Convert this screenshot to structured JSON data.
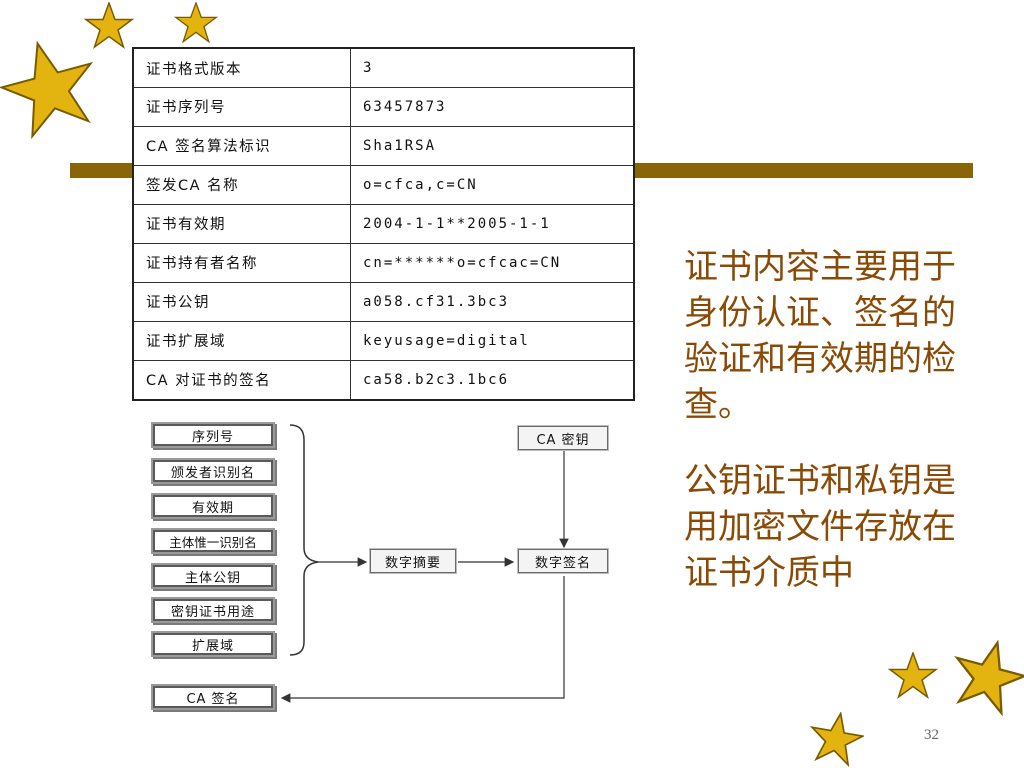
{
  "colors": {
    "accent_bar": "#8a6508",
    "text_brown": "#8a4a05",
    "star_gold": "#e3b40f"
  },
  "certificate_table": [
    {
      "field": "证书格式版本",
      "value": "3"
    },
    {
      "field": "证书序列号",
      "value": "63457873"
    },
    {
      "field": "CA 签名算法标识",
      "value": "Sha1RSA"
    },
    {
      "field": "签发CA 名称",
      "value": "o=cfca,c=CN"
    },
    {
      "field": "证书有效期",
      "value": "2004-1-1**2005-1-1"
    },
    {
      "field": "证书持有者名称",
      "value": "cn=******o=cfcac=CN"
    },
    {
      "field": "证书公钥",
      "value": "a058.cf31.3bc3"
    },
    {
      "field": "证书扩展域",
      "value": "keyusage=digital"
    },
    {
      "field": "CA 对证书的签名",
      "value": "ca58.b2c3.1bc6"
    }
  ],
  "diagram": {
    "fields": [
      "序列号",
      "颁发者识别名",
      "有效期",
      "主体惟一识别名",
      "主体公钥",
      "密钥证书用途",
      "扩展域"
    ],
    "digest": "数字摘要",
    "signature": "数字签名",
    "ca_key": "CA 密钥",
    "ca_signature": "CA 签名"
  },
  "text": {
    "paragraph1": "证书内容主要用于身份认证、签名的验证和有效期的检查。",
    "paragraph2": "公钥证书和私钥是用加密文件存放在证书介质中"
  },
  "page_number": "32",
  "icons": [
    "star-icon"
  ]
}
